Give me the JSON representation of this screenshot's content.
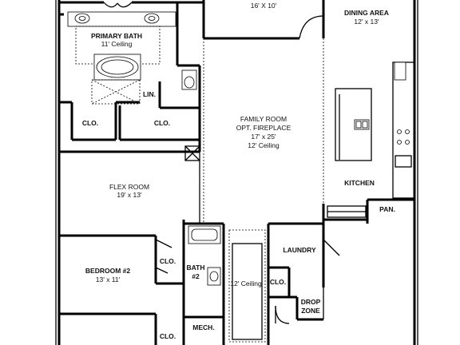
{
  "plan": {
    "rooms": {
      "porch_dims": "16' X 10'",
      "dining_title": "DINING AREA",
      "dining_dims": "12' x 13'",
      "primary_bath_title": "PRIMARY BATH",
      "primary_bath_ceiling": "11' Ceiling",
      "linen": "LIN.",
      "closet_left": "CLO.",
      "closet_right": "CLO.",
      "family_title": "FAMILY ROOM",
      "family_sub": "OPT. FIREPLACE",
      "family_dims": "17' x 25'",
      "family_ceiling": "12' Ceiling",
      "kitchen": "KITCHEN",
      "pantry": "PAN.",
      "flex_title": "FLEX ROOM",
      "flex_dims": "19' x 13'",
      "laundry": "LAUNDRY",
      "bath2_line1": "BATH",
      "bath2_line2": "#2",
      "bedroom2_title": "BEDROOM #2",
      "bedroom2_dims": "13' x 11'",
      "closet_bed2": "CLO.",
      "hall_ceiling": "12' Ceiling",
      "closet_hall": "CLO.",
      "drop_zone_line1": "DROP",
      "drop_zone_line2": "ZONE",
      "mech": "MECH.",
      "closet_bottom": "CLO."
    }
  }
}
